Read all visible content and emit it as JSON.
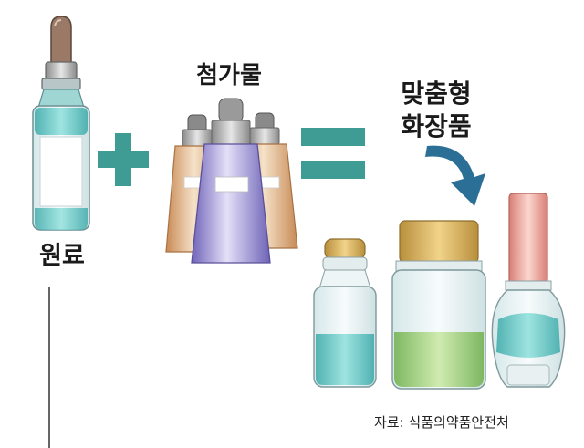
{
  "labels": {
    "raw_material": "원료",
    "additive": "첨가물",
    "custom_line1": "맞춤형",
    "custom_line2": "화장품",
    "source": "자료: 식품의약품안전처"
  },
  "operators": {
    "plus": "plus-sign",
    "equals": "equals-sign"
  },
  "colors": {
    "teal": "#3f9c95",
    "arrow": "#2b6e96",
    "additive_purple": "#9c90d8",
    "additive_gold": "#d9a974",
    "cap_gold": "#c9a65a",
    "cap_pink": "#e89a8c",
    "liquid_teal": "#5fc3bd",
    "liquid_green": "#8bc56c"
  }
}
